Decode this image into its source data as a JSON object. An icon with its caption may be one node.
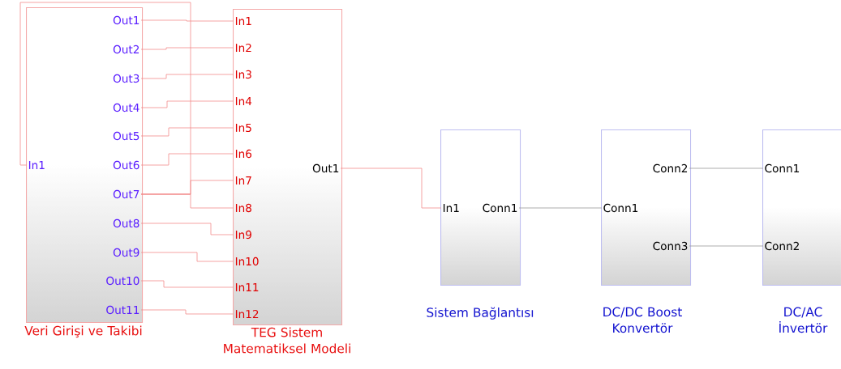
{
  "diagram": {
    "nodes": [
      {
        "text": [
          "Veri Girişi ve Takibi"
        ]
      },
      {
        "text": [
          "In1"
        ],
        "in": 0
      },
      {
        "text": [
          "Out1"
        ],
        "in": 0
      },
      {
        "text": [
          "Out2"
        ],
        "in": 0
      },
      {
        "text": [
          "Out3"
        ],
        "in": 0
      },
      {
        "text": [
          "Out4"
        ],
        "in": 0
      },
      {
        "text": [
          "Out5"
        ],
        "in": 0
      },
      {
        "text": [
          "Out6"
        ],
        "in": 0
      },
      {
        "text": [
          "Out7"
        ],
        "in": 0
      },
      {
        "text": [
          "Out8"
        ],
        "in": 0
      },
      {
        "text": [
          "Out9"
        ],
        "in": 0
      },
      {
        "text": [
          "Out10"
        ],
        "in": 0
      },
      {
        "text": [
          "Out11"
        ],
        "in": 0
      },
      {
        "text": [
          "TEG Sistem Matematiksel Modeli"
        ]
      },
      {
        "text": [
          "In1"
        ],
        "in": 13
      },
      {
        "text": [
          "In2"
        ],
        "in": 13
      },
      {
        "text": [
          "In3"
        ],
        "in": 13
      },
      {
        "text": [
          "In4"
        ],
        "in": 13
      },
      {
        "text": [
          "In5"
        ],
        "in": 13
      },
      {
        "text": [
          "In6"
        ],
        "in": 13
      },
      {
        "text": [
          "In7"
        ],
        "in": 13
      },
      {
        "text": [
          "In8"
        ],
        "in": 13
      },
      {
        "text": [
          "In9"
        ],
        "in": 13
      },
      {
        "text": [
          "In10"
        ],
        "in": 13
      },
      {
        "text": [
          "In11"
        ],
        "in": 13
      },
      {
        "text": [
          "In12"
        ],
        "in": 13
      },
      {
        "text": [
          "Out1"
        ],
        "in": 13
      },
      {
        "text": [
          "Sistem Bağlantısı"
        ]
      },
      {
        "text": [
          "In1"
        ],
        "in": 27
      },
      {
        "text": [
          "Conn1"
        ],
        "in": 27
      },
      {
        "text": [
          "DC/DC Boost Konvertör"
        ]
      },
      {
        "text": [
          "Conn2"
        ],
        "in": 30
      },
      {
        "text": [
          "Conn1"
        ],
        "in": 30
      },
      {
        "text": [
          "Conn3"
        ],
        "in": 30
      },
      {
        "text": [
          "DC/AC İnvertör"
        ]
      },
      {
        "text": [
          "Conn1"
        ],
        "in": 34
      },
      {
        "text": [
          "Conn2"
        ],
        "in": 34
      }
    ],
    "edges": [
      {
        "from": 2,
        "to": 14,
        "arrow": "none"
      },
      {
        "from": 3,
        "to": 15,
        "arrow": "none"
      },
      {
        "from": 4,
        "to": 16,
        "arrow": "none"
      },
      {
        "from": 5,
        "to": 17,
        "arrow": "none"
      },
      {
        "from": 6,
        "to": 18,
        "arrow": "none"
      },
      {
        "from": 7,
        "to": 19,
        "arrow": "none"
      },
      {
        "from": 8,
        "to": 20,
        "arrow": "none"
      },
      {
        "from": 8,
        "to": 21,
        "arrow": "none"
      },
      {
        "from": 8,
        "to": 1,
        "arrow": "none"
      },
      {
        "from": 9,
        "to": 22,
        "arrow": "none"
      },
      {
        "from": 10,
        "to": 23,
        "arrow": "none"
      },
      {
        "from": 11,
        "to": 24,
        "arrow": "none"
      },
      {
        "from": 12,
        "to": 25,
        "arrow": "none"
      },
      {
        "from": 26,
        "to": 28,
        "arrow": "none"
      },
      {
        "from": 29,
        "to": 32,
        "arrow": "none",
        "color": "#999999"
      },
      {
        "from": 31,
        "to": 35,
        "arrow": "none",
        "color": "#999999"
      },
      {
        "from": 33,
        "to": 36,
        "arrow": "none",
        "color": "#999999"
      }
    ]
  }
}
